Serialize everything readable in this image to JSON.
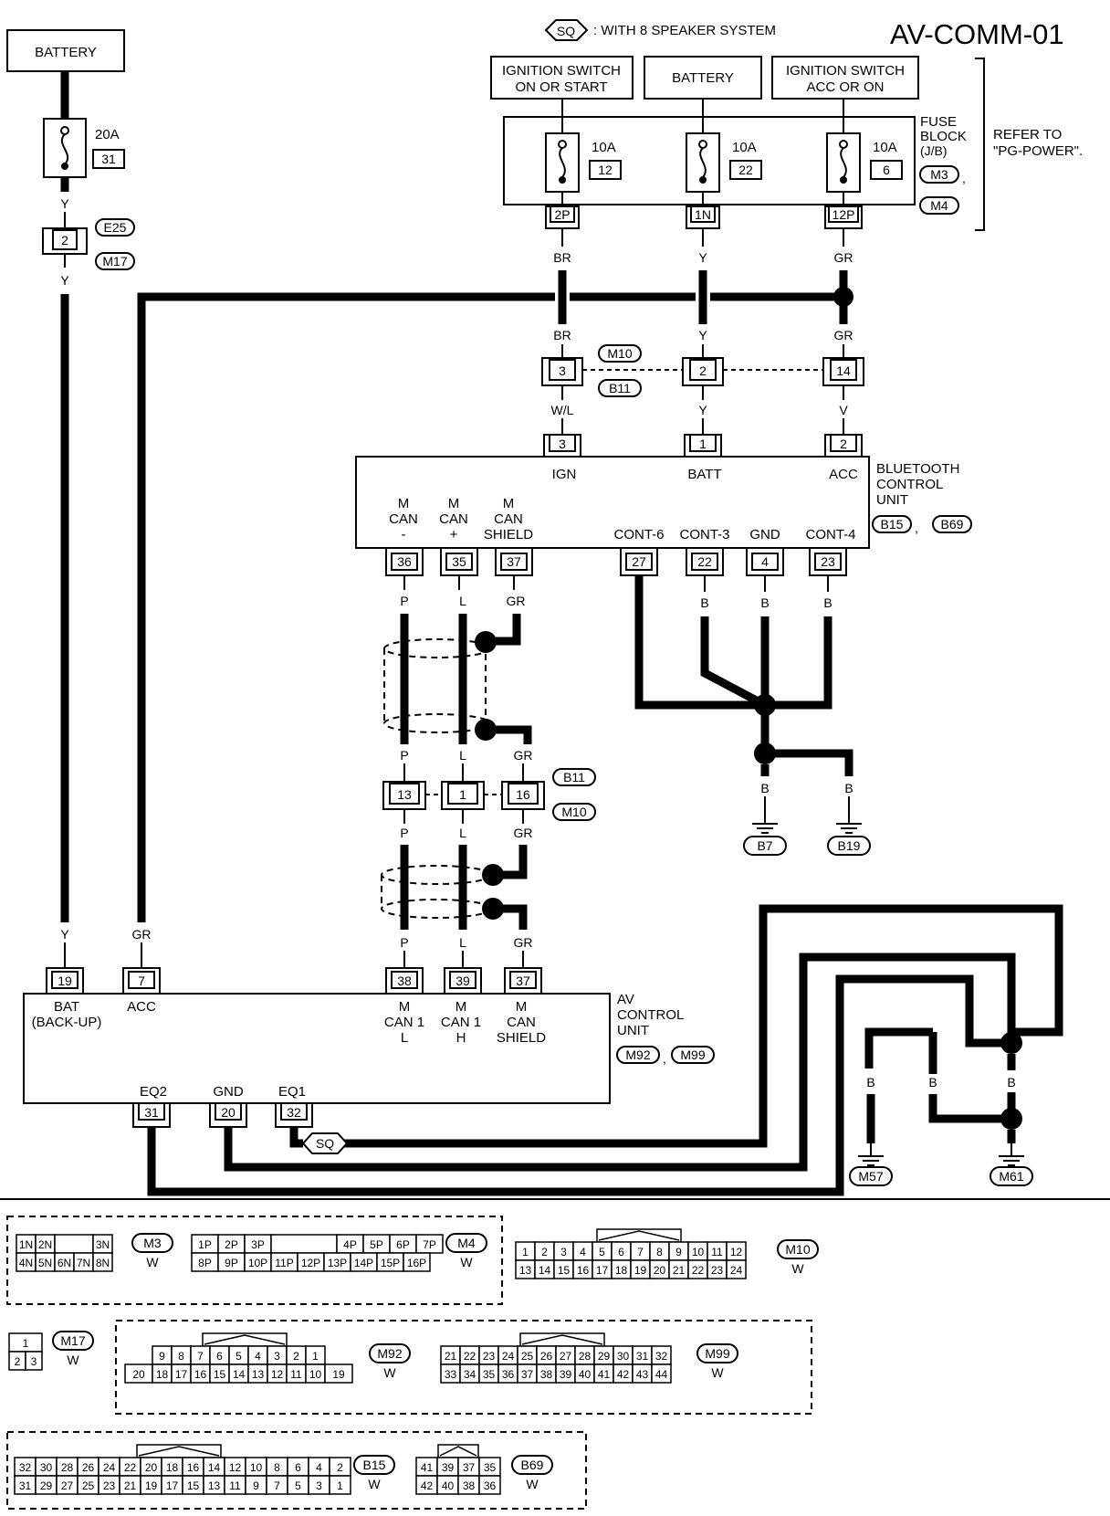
{
  "title": "AV-COMM-01",
  "legend": {
    "code": "SQ",
    "text": ": WITH 8 SPEAKER SYSTEM"
  },
  "power": {
    "battery_left": "BATTERY",
    "ign_on_start": [
      "IGNITION SWITCH",
      "ON OR START"
    ],
    "battery_mid": "BATTERY",
    "ign_acc_on": [
      "IGNITION SWITCH",
      "ACC OR ON"
    ]
  },
  "fuses": {
    "left": {
      "amp": "20A",
      "num": "31"
    },
    "f12": {
      "amp": "10A",
      "num": "12",
      "pin": "2P"
    },
    "f22": {
      "amp": "10A",
      "num": "22",
      "pin": "1N"
    },
    "f6": {
      "amp": "10A",
      "num": "6",
      "pin": "12P"
    }
  },
  "fuse_block": {
    "lines": [
      "FUSE",
      "BLOCK",
      "(J/B)"
    ],
    "conn1": "M3",
    "conn2": "M4",
    "refer": [
      "REFER TO",
      "\"PG-POWER\"."
    ]
  },
  "e25": {
    "pin": "2",
    "conn1": "E25",
    "conn2": "M17"
  },
  "m10b11_a": {
    "pins": [
      "3",
      "2",
      "14"
    ],
    "conn1": "M10",
    "conn2": "B11"
  },
  "m10b11_b": {
    "pins": [
      "13",
      "1",
      "16"
    ],
    "conn1": "B11",
    "conn2": "M10"
  },
  "bt": {
    "name": [
      "BLUETOOTH",
      "CONTROL",
      "UNIT"
    ],
    "conn1": "B15",
    "conn2": "B69",
    "top_pins": [
      "3",
      "1",
      "2"
    ],
    "top_labels": [
      "IGN",
      "BATT",
      "ACC"
    ],
    "can_labels": [
      [
        "M",
        "CAN",
        "-"
      ],
      [
        "M",
        "CAN",
        "+"
      ],
      [
        "M",
        "CAN",
        "SHIELD"
      ]
    ],
    "bottom_labels": [
      "CONT-6",
      "CONT-3",
      "GND",
      "CONT-4"
    ],
    "bottom_pins": [
      "36",
      "35",
      "37",
      "27",
      "22",
      "4",
      "23"
    ]
  },
  "av": {
    "name": [
      "AV",
      "CONTROL",
      "UNIT"
    ],
    "conn1": "M92",
    "conn2": "M99",
    "top_pins": [
      "19",
      "7",
      "38",
      "39",
      "37"
    ],
    "bat_label": [
      "BAT",
      "(BACK-UP)"
    ],
    "acc_label": "ACC",
    "can_labels": [
      [
        "M",
        "CAN 1",
        "L"
      ],
      [
        "M",
        "CAN 1",
        "H"
      ],
      [
        "M",
        "CAN",
        "SHIELD"
      ]
    ],
    "bottom_labels": [
      "EQ2",
      "GND",
      "EQ1"
    ],
    "bottom_pins": [
      "31",
      "20",
      "32"
    ]
  },
  "wires": {
    "Y": "Y",
    "GR": "GR",
    "BR": "BR",
    "WL": "W/L",
    "V": "V",
    "P": "P",
    "L": "L",
    "B": "B"
  },
  "grounds": [
    "B7",
    "B19",
    "M57",
    "M61"
  ],
  "connector_faces": {
    "m3": {
      "rows": [
        [
          "1N",
          "2N",
          "",
          "3N"
        ],
        [
          "4N",
          "5N",
          "6N",
          "7N",
          "8N"
        ]
      ],
      "name": "M3",
      "color": "W"
    },
    "m4": {
      "rows": [
        [
          "1P",
          "2P",
          "3P",
          "",
          "4P",
          "5P",
          "6P",
          "7P"
        ],
        [
          "8P",
          "9P",
          "10P",
          "11P",
          "12P",
          "13P",
          "14P",
          "15P",
          "16P"
        ]
      ],
      "name": "M4",
      "color": "W"
    },
    "m10": {
      "rows": [
        [
          "1",
          "2",
          "3",
          "4",
          "5",
          "6",
          "7",
          "8",
          "9",
          "10",
          "11",
          "12"
        ],
        [
          "13",
          "14",
          "15",
          "16",
          "17",
          "18",
          "19",
          "20",
          "21",
          "22",
          "23",
          "24"
        ]
      ],
      "name": "M10",
      "color": "W"
    },
    "m17": {
      "rows": [
        [
          "1"
        ],
        [
          "2",
          "3"
        ]
      ],
      "name": "M17",
      "color": "W"
    },
    "m92": {
      "rows": [
        [
          "9",
          "8",
          "7",
          "6",
          "5",
          "4",
          "3",
          "2",
          "1"
        ],
        [
          "20",
          "18",
          "17",
          "16",
          "15",
          "14",
          "13",
          "12",
          "11",
          "10",
          "19"
        ]
      ],
      "name": "M92",
      "color": "W"
    },
    "m99": {
      "rows": [
        [
          "21",
          "22",
          "23",
          "24",
          "25",
          "26",
          "27",
          "28",
          "29",
          "30",
          "31",
          "32"
        ],
        [
          "33",
          "34",
          "35",
          "36",
          "37",
          "38",
          "39",
          "40",
          "41",
          "42",
          "43",
          "44"
        ]
      ],
      "name": "M99",
      "color": "W"
    },
    "b15": {
      "rows": [
        [
          "32",
          "30",
          "28",
          "26",
          "24",
          "22",
          "20",
          "18",
          "16",
          "14",
          "12",
          "10",
          "8",
          "6",
          "4",
          "2"
        ],
        [
          "31",
          "29",
          "27",
          "25",
          "23",
          "21",
          "19",
          "17",
          "15",
          "13",
          "11",
          "9",
          "7",
          "5",
          "3",
          "1"
        ]
      ],
      "name": "B15",
      "color": "W"
    },
    "b69": {
      "rows": [
        [
          "41",
          "39",
          "37",
          "35"
        ],
        [
          "42",
          "40",
          "38",
          "36"
        ]
      ],
      "name": "B69",
      "color": "W"
    }
  }
}
